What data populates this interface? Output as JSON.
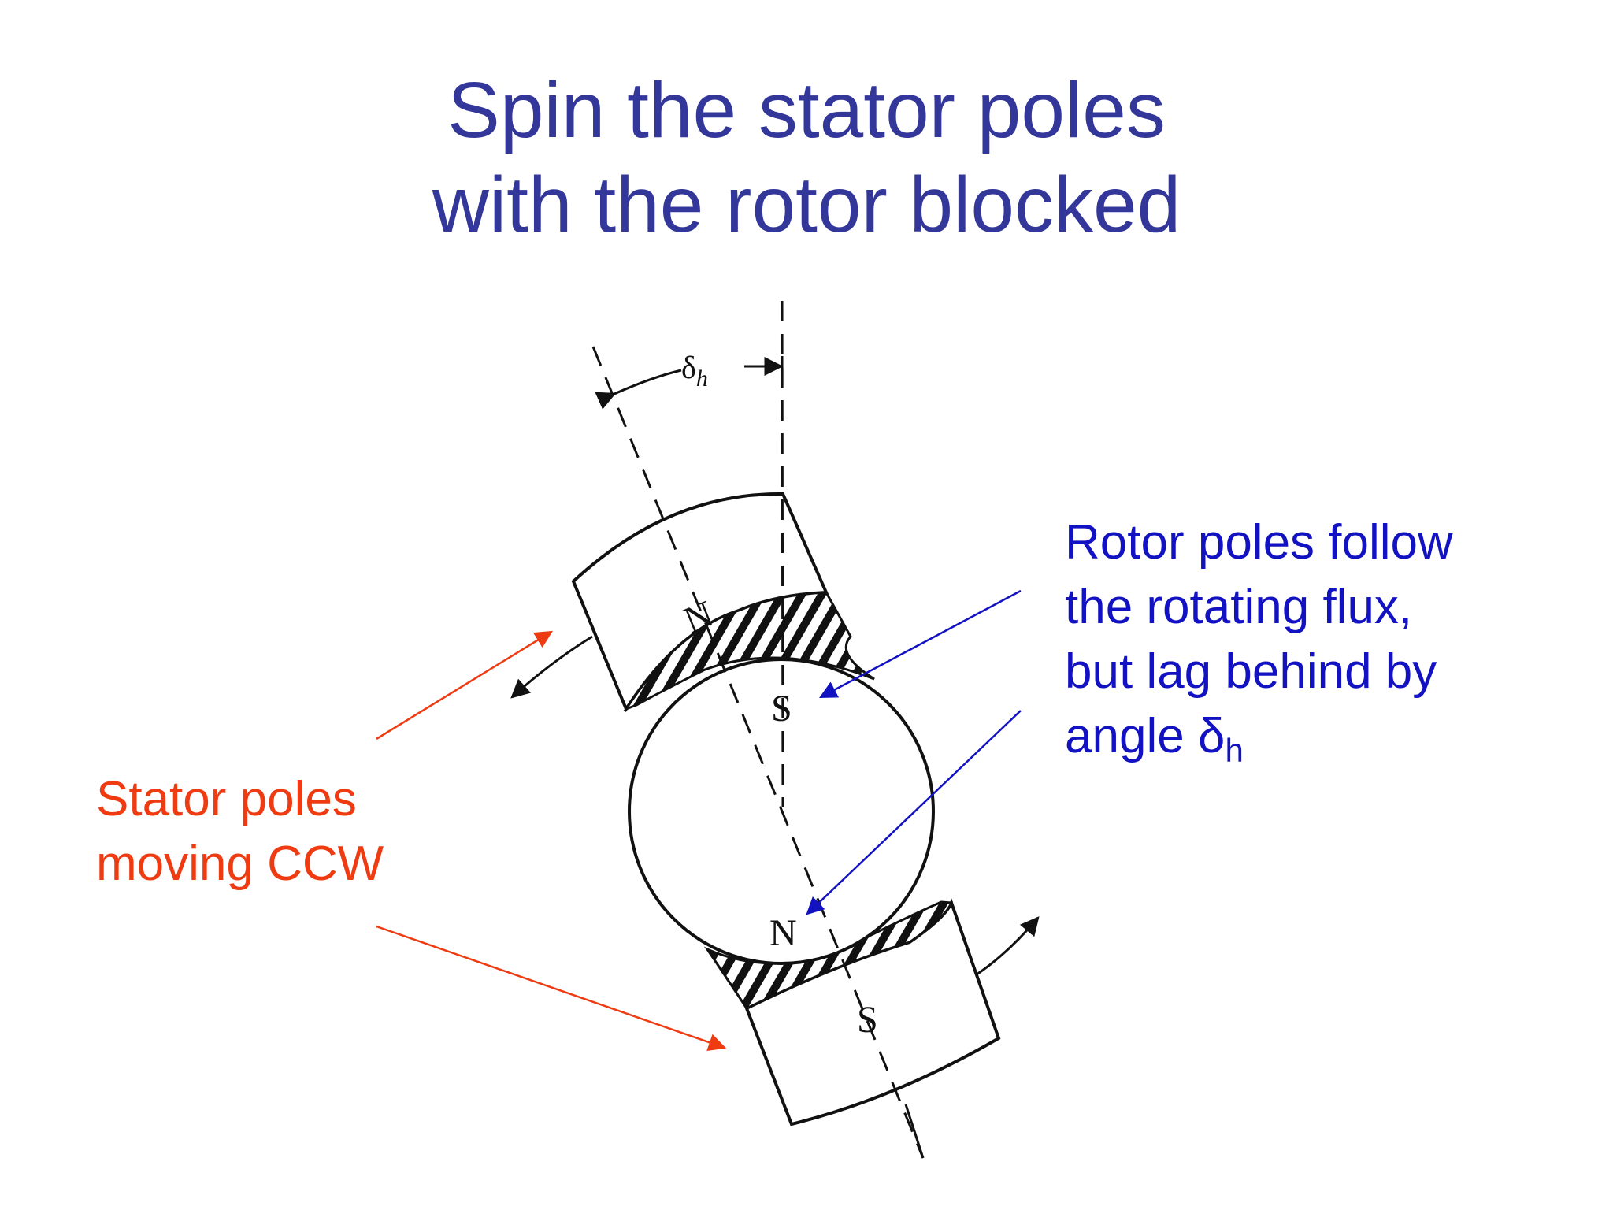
{
  "slide": {
    "title_lines": [
      "Spin the stator poles",
      "with the rotor blocked"
    ],
    "rotor_note": {
      "lines": [
        "Rotor poles follow",
        "the rotating flux,",
        "but lag behind by"
      ],
      "last_line_prefix": "angle δ",
      "last_line_subscript": "h",
      "color": "#1212c2"
    },
    "stator_note": {
      "lines": [
        "Stator poles",
        "moving CCW"
      ],
      "color": "#ee3b12"
    },
    "title_color": "#33379a"
  },
  "figure": {
    "angle_label_symbol": "δ",
    "angle_label_subscript": "h",
    "top_stator_pole_label": "N",
    "rotor_top_pole_label": "S",
    "rotor_bottom_pole_label": "N",
    "bottom_stator_pole_label": "S"
  }
}
